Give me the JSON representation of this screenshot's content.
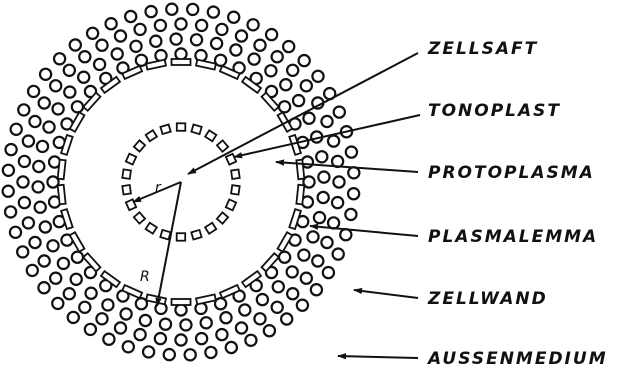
{
  "labels": {
    "zellsaft": "ZELLSAFT",
    "tonoplast": "TONOPLAST",
    "protoplasma": "PROTOPLASMA",
    "plasmalemma": "PLASMALEMMA",
    "zellwand": "ZELLWAND",
    "aussenmedium": "AUSSENMEDIUM",
    "radius_inner": "r",
    "radius_outer": "R"
  },
  "colors": {
    "ink": "#111111",
    "paper": "#ffffff"
  }
}
